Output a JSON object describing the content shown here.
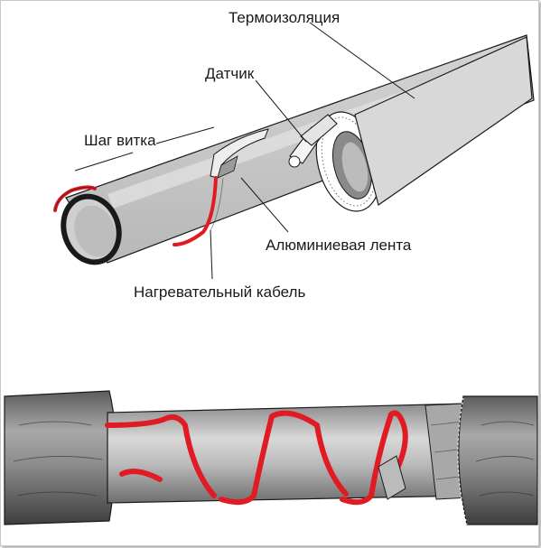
{
  "labels": {
    "thermal_insulation": "Термоизоляция",
    "sensor": "Датчик",
    "coil_pitch": "Шаг витка",
    "aluminium_tape": "Алюминиевая лента",
    "heating_cable": "Нагревательный кабель"
  },
  "colors": {
    "pipe_fill": "#c4c4c4",
    "pipe_edge": "#1a1a1a",
    "heating_cable": "#e01b24",
    "insulation_shell": "#9a9a9a",
    "insulation_dark": "#6a6a6a",
    "tape_foil": "#e2e2e2"
  }
}
